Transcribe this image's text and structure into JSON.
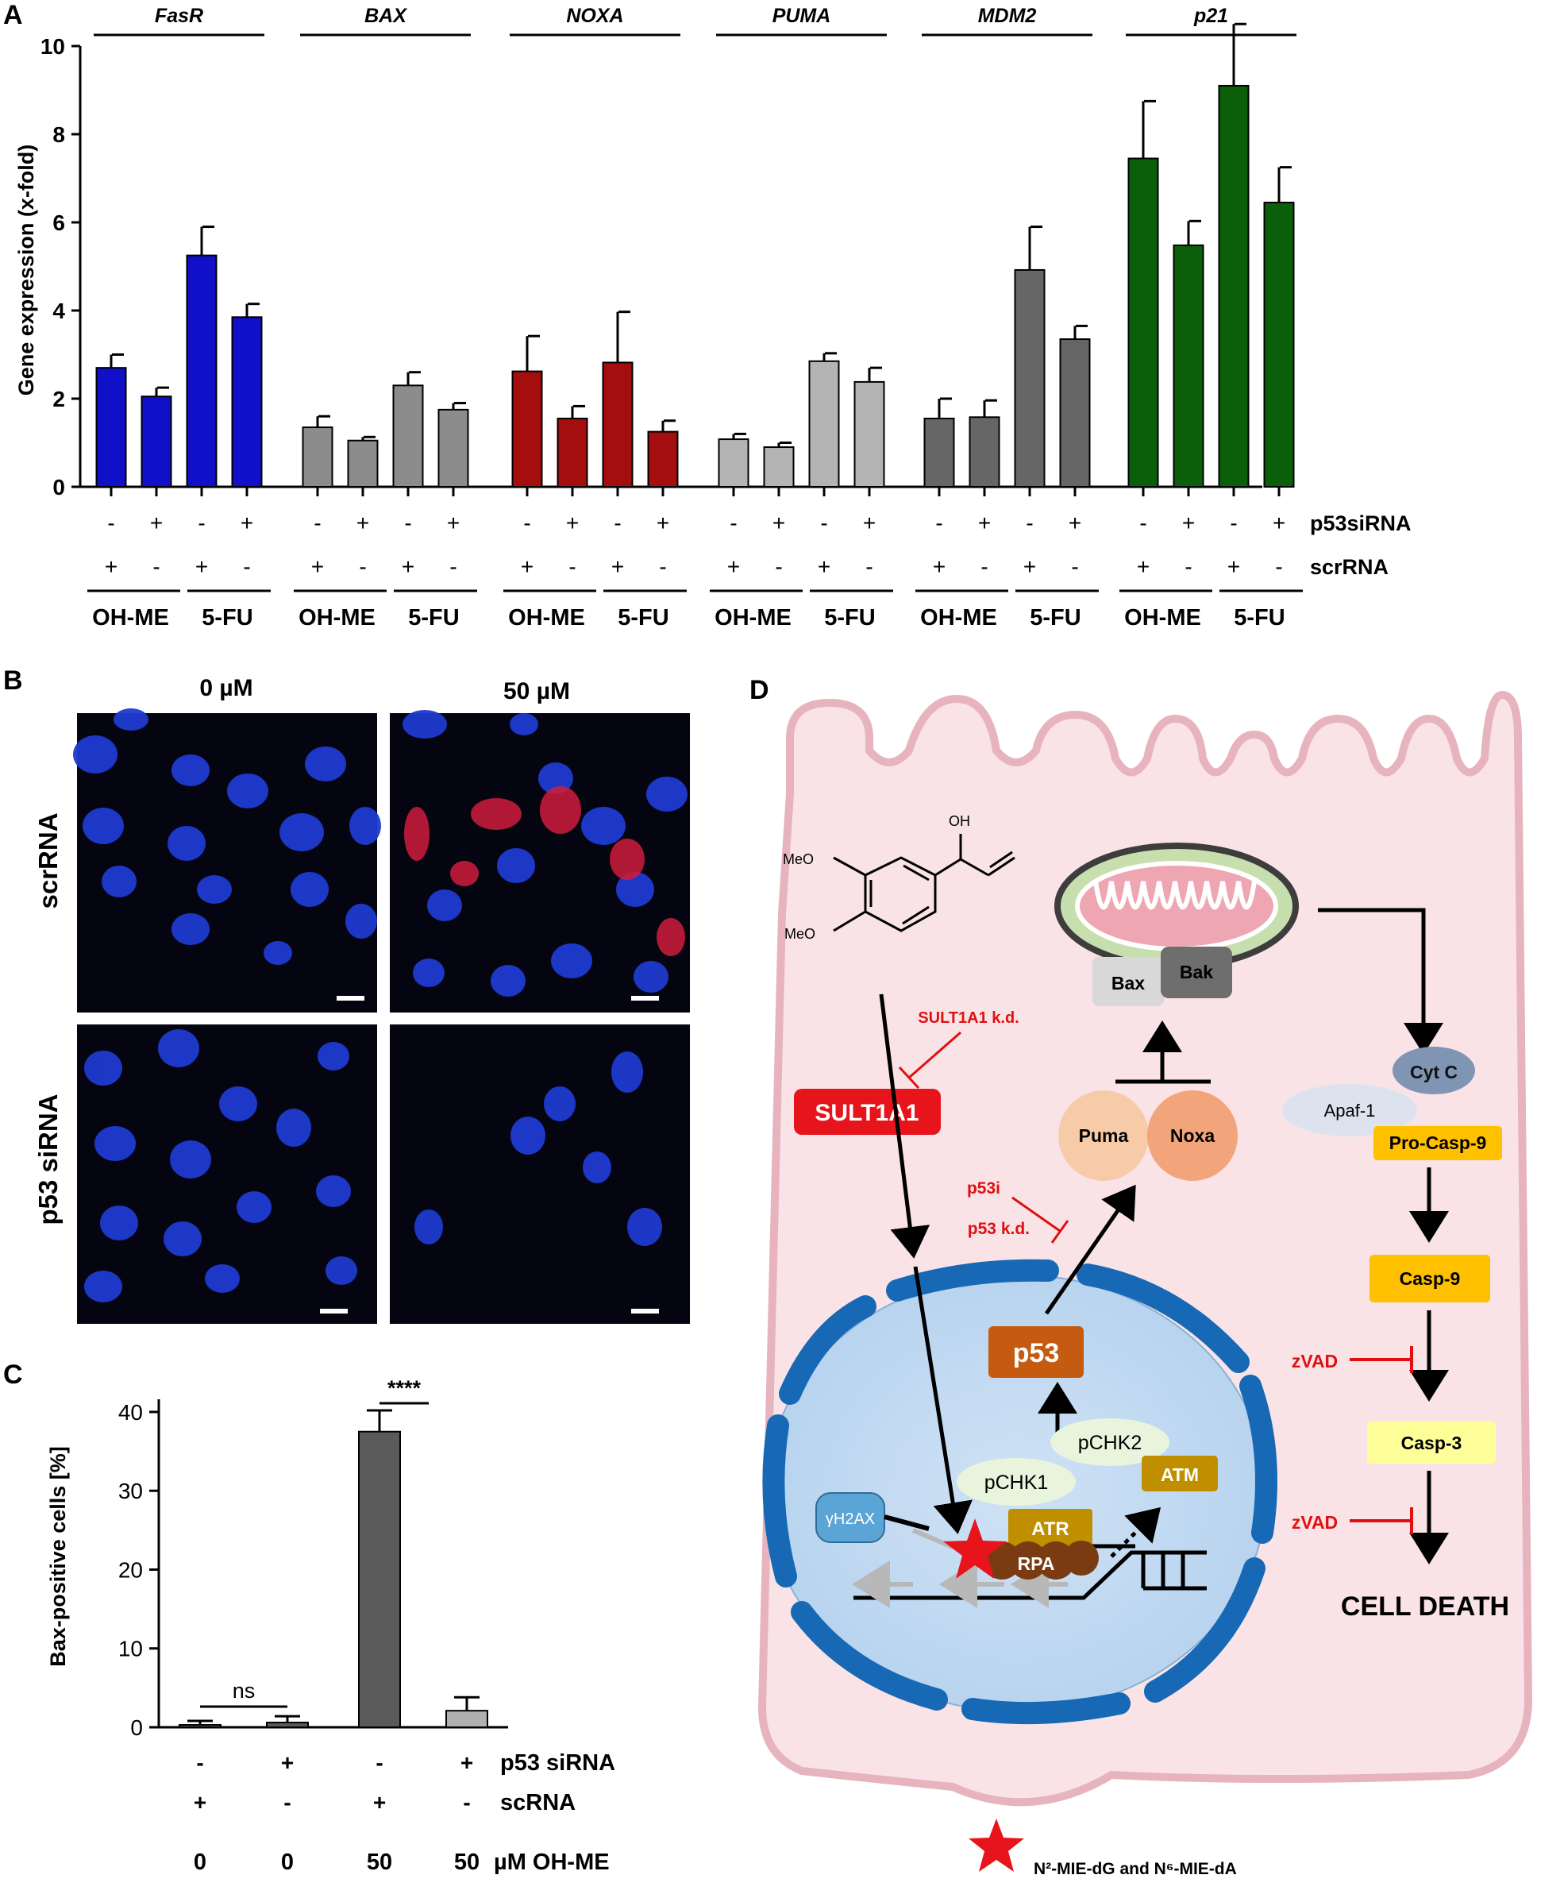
{
  "panels": {
    "a": "A",
    "b": "B",
    "c": "C",
    "d": "D"
  },
  "panel_a": {
    "groups": [
      {
        "gene": "FasR",
        "color": "#1010c8"
      },
      {
        "gene": "BAX",
        "color": "#8c8c8c"
      },
      {
        "gene": "NOXA",
        "color": "#a50e0e"
      },
      {
        "gene": "PUMA",
        "color": "#b4b4b4"
      },
      {
        "gene": "MDM2",
        "color": "#666666"
      },
      {
        "gene": "p21",
        "color": "#0b5f0b"
      }
    ],
    "row_labels": {
      "p53": "p53siRNA",
      "scr": "scrRNA"
    },
    "p53_signs": [
      "-",
      "+",
      "-",
      "+"
    ],
    "scr_signs": [
      "+",
      "-",
      "+",
      "-"
    ],
    "treatments": [
      "OH-ME",
      "5-FU"
    ]
  },
  "panel_b": {
    "col_labels": [
      "0 µM",
      "50 µM"
    ],
    "row_labels": [
      "scrRNA",
      "p53 siRNA"
    ]
  },
  "panel_c": {
    "p53_label": "p53 siRNA",
    "scr_label": "scRNA",
    "dose_label": "µM OH-ME",
    "p53_signs": [
      "-",
      "+",
      "-",
      "+"
    ],
    "scr_signs": [
      "+",
      "-",
      "+",
      "-"
    ],
    "doses": [
      "0",
      "0",
      "50",
      "50"
    ],
    "sig_ns": "ns",
    "sig_star": "****"
  },
  "panel_d": {
    "oh": "OH",
    "meo1": "MeO",
    "meo2": "MeO",
    "sult_kd": "SULT1A1 k.d.",
    "sult": "SULT1A1",
    "bax": "Bax",
    "bak": "Bak",
    "puma": "Puma",
    "noxa": "Noxa",
    "p53i": "p53i",
    "p53kd": "p53 k.d.",
    "p53": "p53",
    "pchk1": "pCHK1",
    "pchk2": "pCHK2",
    "atm": "ATM",
    "atr": "ATR",
    "rpa": "RPA",
    "h2ax": "γH2AX",
    "apaf": "Apaf-1",
    "cytc": "Cyt C",
    "procasp9": "Pro-Casp-9",
    "casp9": "Casp-9",
    "casp3": "Casp-3",
    "zvad1": "zVAD",
    "zvad2": "zVAD",
    "death": "CELL DEATH",
    "legend": "N²-MIE-dG and N⁶-MIE-dA"
  },
  "chart_data": [
    {
      "type": "bar",
      "ylabel": "Gene expression (x-fold)",
      "ylim": [
        0,
        10
      ],
      "yticks": [
        0,
        2,
        4,
        6,
        8,
        10
      ],
      "series": [
        {
          "name": "FasR",
          "values": [
            2.7,
            2.05,
            5.25,
            3.85
          ],
          "errors": [
            0.3,
            0.2,
            0.65,
            0.3
          ]
        },
        {
          "name": "BAX",
          "values": [
            1.35,
            1.05,
            2.3,
            1.75
          ],
          "errors": [
            0.25,
            0.08,
            0.3,
            0.15
          ]
        },
        {
          "name": "NOXA",
          "values": [
            2.62,
            1.55,
            2.82,
            1.25
          ],
          "errors": [
            0.8,
            0.28,
            1.15,
            0.25
          ]
        },
        {
          "name": "PUMA",
          "values": [
            1.08,
            0.9,
            2.85,
            2.38
          ],
          "errors": [
            0.12,
            0.1,
            0.18,
            0.32
          ]
        },
        {
          "name": "MDM2",
          "values": [
            1.55,
            1.58,
            4.92,
            3.35
          ],
          "errors": [
            0.45,
            0.38,
            0.98,
            0.3
          ]
        },
        {
          "name": "p21",
          "values": [
            7.45,
            5.48,
            9.1,
            6.45
          ],
          "errors": [
            1.3,
            0.55,
            1.4,
            0.8
          ]
        }
      ]
    },
    {
      "type": "bar",
      "ylabel": "Bax-positive cells [%]",
      "ylim": [
        0,
        40
      ],
      "yticks": [
        0,
        10,
        20,
        30,
        40
      ],
      "categories": [
        "0",
        "0",
        "50",
        "50"
      ],
      "values": [
        0.3,
        0.6,
        37.5,
        2.1
      ],
      "errors": [
        0.5,
        0.8,
        2.7,
        1.7
      ],
      "colors": [
        "#5a5a5a",
        "#5a5a5a",
        "#5a5a5a",
        "#b0b0b0"
      ]
    }
  ]
}
